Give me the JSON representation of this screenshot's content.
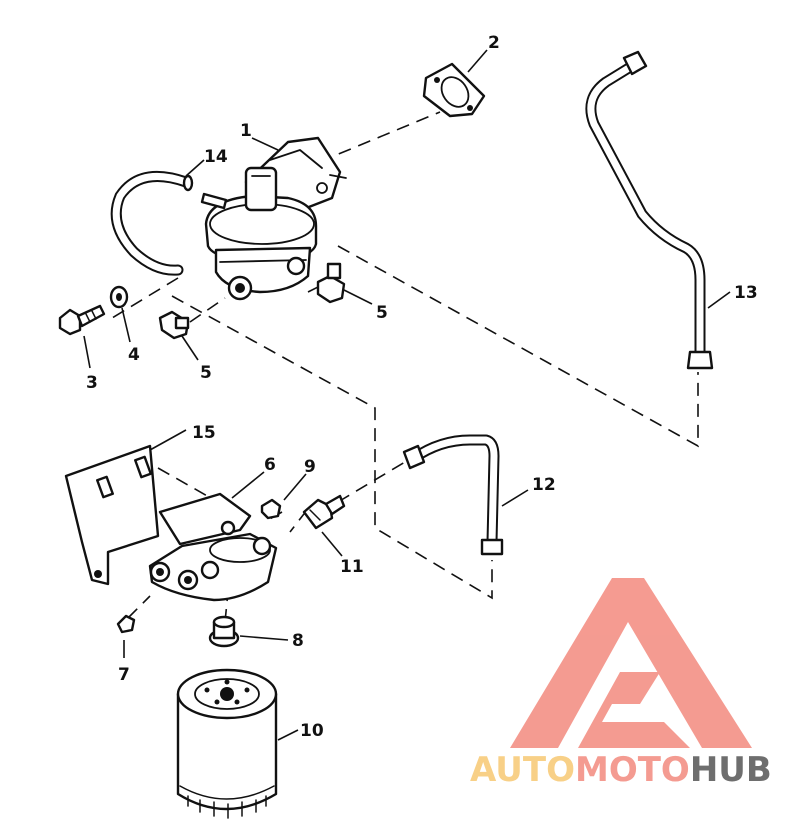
{
  "callouts": {
    "c1": "1",
    "c2": "2",
    "c3": "3",
    "c4": "4",
    "c5a": "5",
    "c5b": "5",
    "c6": "6",
    "c7": "7",
    "c8": "8",
    "c9": "9",
    "c10": "10",
    "c11": "11",
    "c12": "12",
    "c13": "13",
    "c14": "14",
    "c15": "15"
  },
  "watermark": {
    "part1": "AUTO",
    "part2": "MOTO",
    "part3": "HUB",
    "color_light": "#f7c873",
    "color_accent": "#f38a7e",
    "color_dark": "#555555"
  }
}
